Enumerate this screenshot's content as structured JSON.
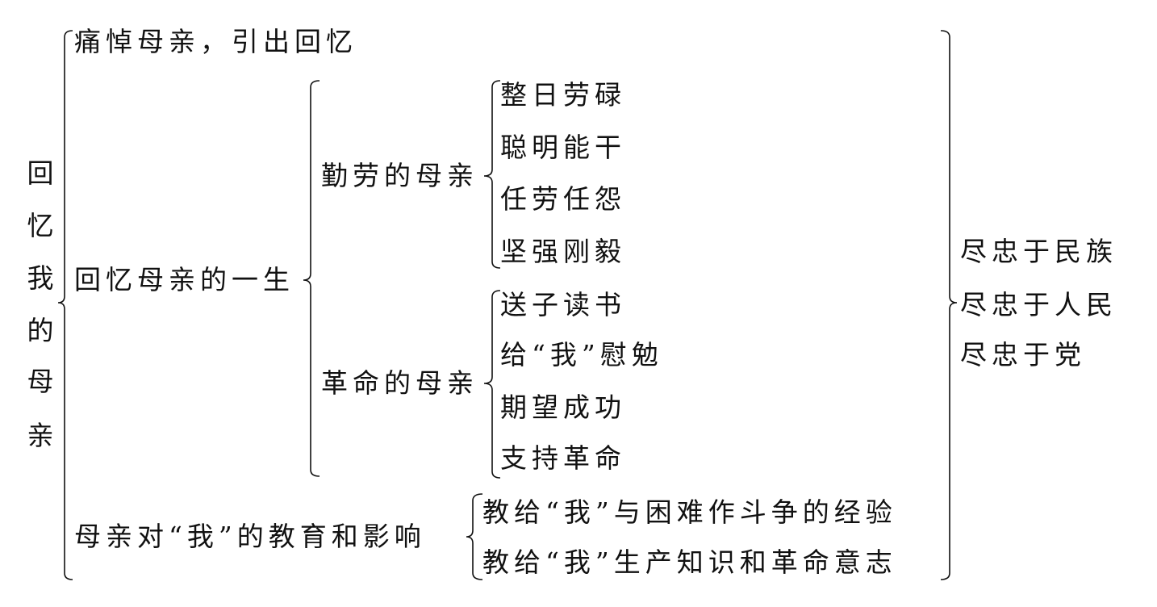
{
  "title_chars": [
    "回",
    "忆",
    "我",
    "的",
    "母",
    "亲"
  ],
  "intro": "痛悼母亲，引出回忆",
  "life": {
    "label": "回忆母亲的一生",
    "hardworking": {
      "label": "勤劳的母亲",
      "items": [
        "整日劳碌",
        "聪明能干",
        "任劳任怨",
        "坚强刚毅"
      ]
    },
    "revolutionary": {
      "label": "革命的母亲",
      "items": [
        "送子读书",
        "给“我”慰勉",
        "期望成功",
        "支持革命"
      ]
    }
  },
  "influence": {
    "label": "母亲对“我”的教育和影响",
    "items": [
      "教给“我”与困难作斗争的经验",
      "教给“我”生产知识和革命意志"
    ]
  },
  "conclusion": [
    "尽忠于民族",
    "尽忠于人民",
    "尽忠于党"
  ]
}
